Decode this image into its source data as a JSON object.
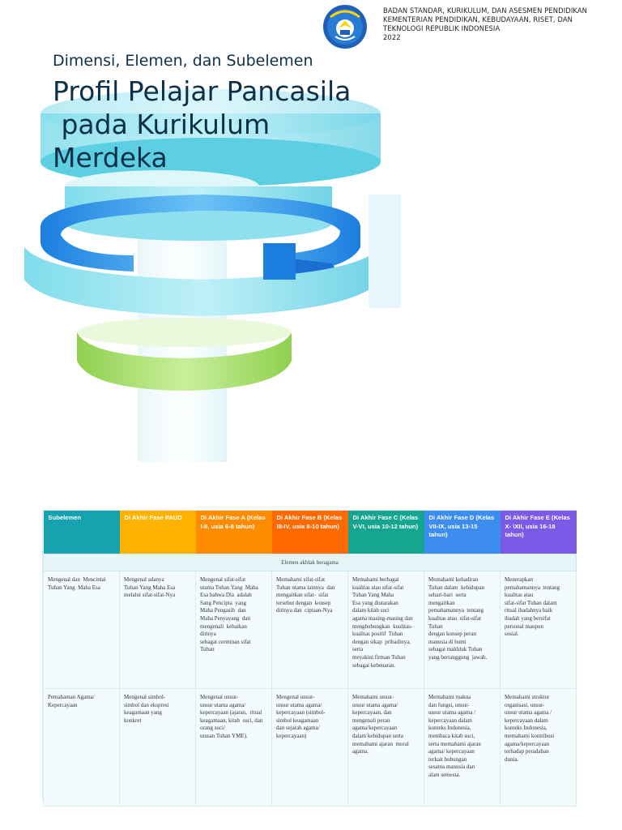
{
  "agency": {
    "lines": [
      "BADAN STANDAR, KURIKULUM, DAN ASESMEN PENDIDIKAN",
      "KEMENTERIAN PENDIDIKAN, KEBUDAYAAN, RISET, DAN",
      "TEKNOLOGI  REPUBLIK INDONESIA",
      "2022"
    ],
    "logo_icon": "tut-wuri-handayani-logo"
  },
  "cover": {
    "subtitle": "Dimensi, Elemen, dan Subelemen",
    "title_lines": [
      "Profil Pelajar Pancasila",
      " pada Kurikulum",
      "Merdeka"
    ]
  },
  "colors": {
    "title": "#0d3048",
    "header_subelemen": "#17a2b0",
    "header_paud": "#ffb300",
    "header_a": "#ff8c00",
    "header_b": "#ff6a00",
    "header_c": "#16a58f",
    "header_d": "#3d8df0",
    "header_e": "#7a5ae6"
  },
  "table": {
    "headers": [
      "Subelemen",
      "Di Akhir Fase PAUD",
      "Di Akhir Fase A (Kelas I-II, usia 6-8 tahun)",
      "Di Akhir Fase B (Kelas III-IV, usia 8-10 tahun)",
      "Di Akhir Fase C (Kelas V-VI, usia 10-12 tahun)",
      "Di Akhir Fase D (Kelas VII-IX, usia 13-15 tahun)",
      "Di Akhir Fase E (Kelas X- \\XII, usia 16-18 tahun)"
    ],
    "group_label": "Elemen akhlak beragama",
    "rows": [
      [
        "Mengenal dan  Mencintai\nTuhan Yang  Maha Esa",
        "Mengenal adanya\nTuhan Yang Maha Esa\nmelalui sifat-sifat-Nya",
        "Mengenal sifat-sifat\nutama Tuhan Yang  Maha\nEsa bahwa Dia  adalah\nSang Pencipta  yang\nMaha Pengasih  dan\nMaha Penyayang  dan\nmengenali  kebaikan\ndirinya\nsebagai cerminan sifat\nTuhan",
        "Memahami sifat-sifat\nTuhan utama lainnya  dan\nmengaitkan sifat-  sifat\ntersebut dengan  konsep\ndirinya dan  ciptaan-Nya",
        "Memahami berbagai\nkualitas atau sifat-sifat\nTuhan Yang Maha\nEsa yang diutarakan\ndalam kitab suci\nagama masing-masing dan\nmenghubungkan  kualitas-\nkualitas positif  Tuhan\ndengan sikap  pribadinya,\nserta\nmeyakini firman Tuhan\nsebagai kebenaran.",
        "Memahami kehadiran\nTuhan dalam  kehidupan\nsehari-hari  serta\nmengaitkan\npemahamannya  tentang\nkualitas atau  sifat-sifat\nTuhan\ndengan konsep peran\nmanusia di bumi\nsebagai makhluk Tuhan\nyang bertanggung  jawab.",
        "Menerapkan\npemahamannya  tentang\nkualitas atau\nsifat-sifat Tuhan dalam\nritual ibadahnya baik\nibadah yang bersifat\npersonal maupun\nsosial."
      ],
      [
        "Pemahaman Agama/\nKepercayaan",
        "Mengenal simbol-\nsimbol dan ekspresi\nkeagamaan yang\nkonkret",
        "Mengenal unsur-\nunsur utama agama/\nkepercayaan (ajaran,  ritual\nkeagamaan, kitab  suci, dan\norang suci/\nutusan Tuhan YME).",
        "Mengenal unsur-\nunsur utama agama/\nkepercayaan (simbol-\nsimbol keagamaan\ndan sejarah agama/\nkepercayaan)",
        "Memahami unsur-\nunsur utama agama/\nkepercayaan, dan\nmengenali peran\nagama/kepercayaan\ndalam kehidupan serta\nmemahami ajaran  moral\nagama.",
        "Memahami makna\ndan fungsi, unsur-\nunsur utama agama /\nkepercayaan dalam\nkonteks Indonesia,\nmembaca kitab suci,\nserta memahami ajaran\nagama/ kepercayaan\nterkait hubungan\nsesama manusia dan\nalam semesta.",
        "Memahami struktur\norganisasi, unsur-\nunsur utama agama /\nkepercayaan dalam\nkonteks Indonesia,\nmemahami kontribusi\nagama/kepercayaan\nterhadap peradaban\ndunia."
      ]
    ]
  }
}
